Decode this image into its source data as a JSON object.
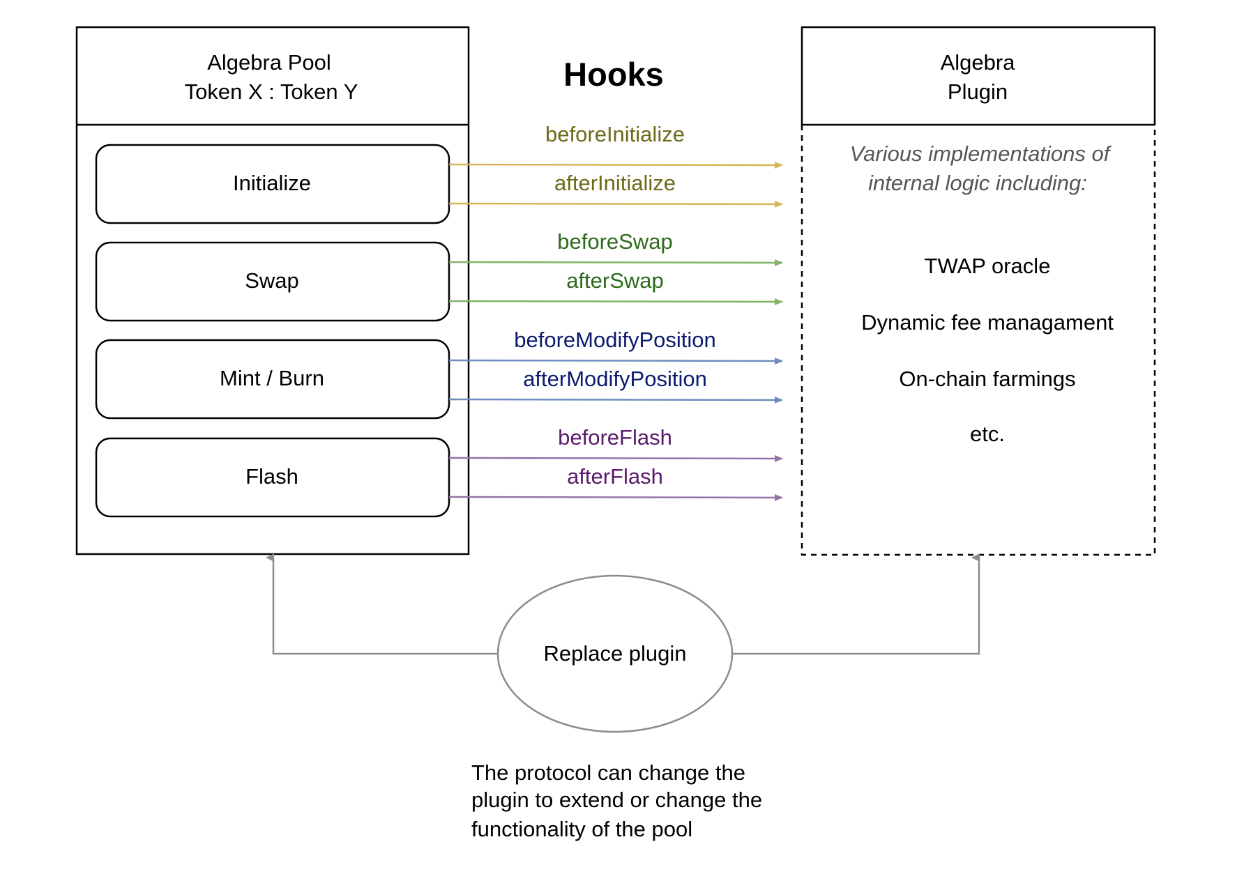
{
  "title": "Hooks",
  "pool": {
    "header_lines": [
      "Algebra Pool",
      "Token X : Token Y"
    ],
    "methods": [
      {
        "label": "Initialize",
        "hooks": [
          "beforeInitialize",
          "afterInitialize"
        ]
      },
      {
        "label": "Swap",
        "hooks": [
          "beforeSwap",
          "afterSwap"
        ]
      },
      {
        "label": "Mint / Burn",
        "hooks": [
          "beforeModifyPosition",
          "afterModifyPosition"
        ]
      },
      {
        "label": "Flash",
        "hooks": [
          "beforeFlash",
          "afterFlash"
        ]
      }
    ]
  },
  "plugin": {
    "header_lines": [
      "Algebra",
      "Plugin"
    ],
    "intro_lines": [
      "Various implementations of",
      "internal logic including:"
    ],
    "features": [
      "TWAP oracle",
      "Dynamic fee managament",
      "On-chain farmings",
      "etc."
    ]
  },
  "replace": {
    "label": "Replace plugin",
    "note_lines": [
      "The protocol can change the",
      "plugin to extend or change the",
      "functionality of the pool"
    ]
  },
  "colors": {
    "initialize_arrow": "#d6b656",
    "initialize_text": "#6b6b1a",
    "swap_arrow": "#82b366",
    "swap_text": "#2d6a1a",
    "modify_arrow": "#6c8ebf",
    "modify_text": "#0a1a6e",
    "flash_arrow": "#9673a6",
    "flash_text": "#5a1a6a",
    "connector": "#8c8c8c",
    "intro_text": "#555555"
  }
}
